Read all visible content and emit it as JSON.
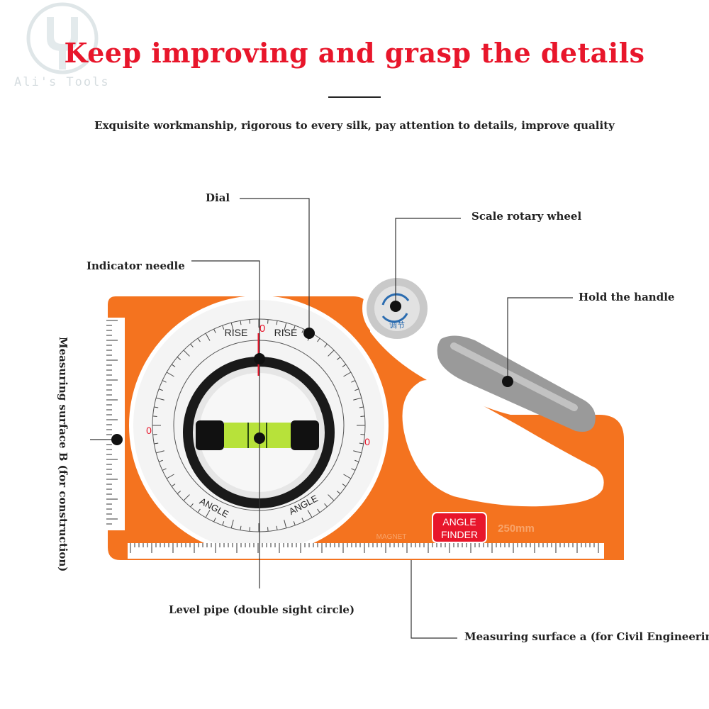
{
  "watermark": {
    "text": "Ali's Tools"
  },
  "header": {
    "title": "Keep improving and grasp the details",
    "subtitle": "Exquisite workmanship, rigorous to every silk, pay attention to details, improve quality"
  },
  "callouts": {
    "dial": "Dial",
    "scale_wheel": "Scale rotary wheel",
    "indicator_needle": "Indicator needle",
    "handle": "Hold the handle",
    "surface_b": "Measuring surface B (for construction)",
    "level_pipe": "Level pipe (double sight circle)",
    "surface_a": "Measuring surface a (for Civil Engineering)"
  },
  "device": {
    "dial_top_label": "RISE",
    "dial_bottom_label": "ANGLE",
    "wheel_text": "调节",
    "logo_line1": "ANGLE",
    "logo_line2": "FINDER",
    "size_mark": "250mm",
    "magnet_mark": "MAGNET",
    "body_color": "#f4731f",
    "grip_color": "#9a9a9a",
    "accent_red": "#e8162b"
  }
}
